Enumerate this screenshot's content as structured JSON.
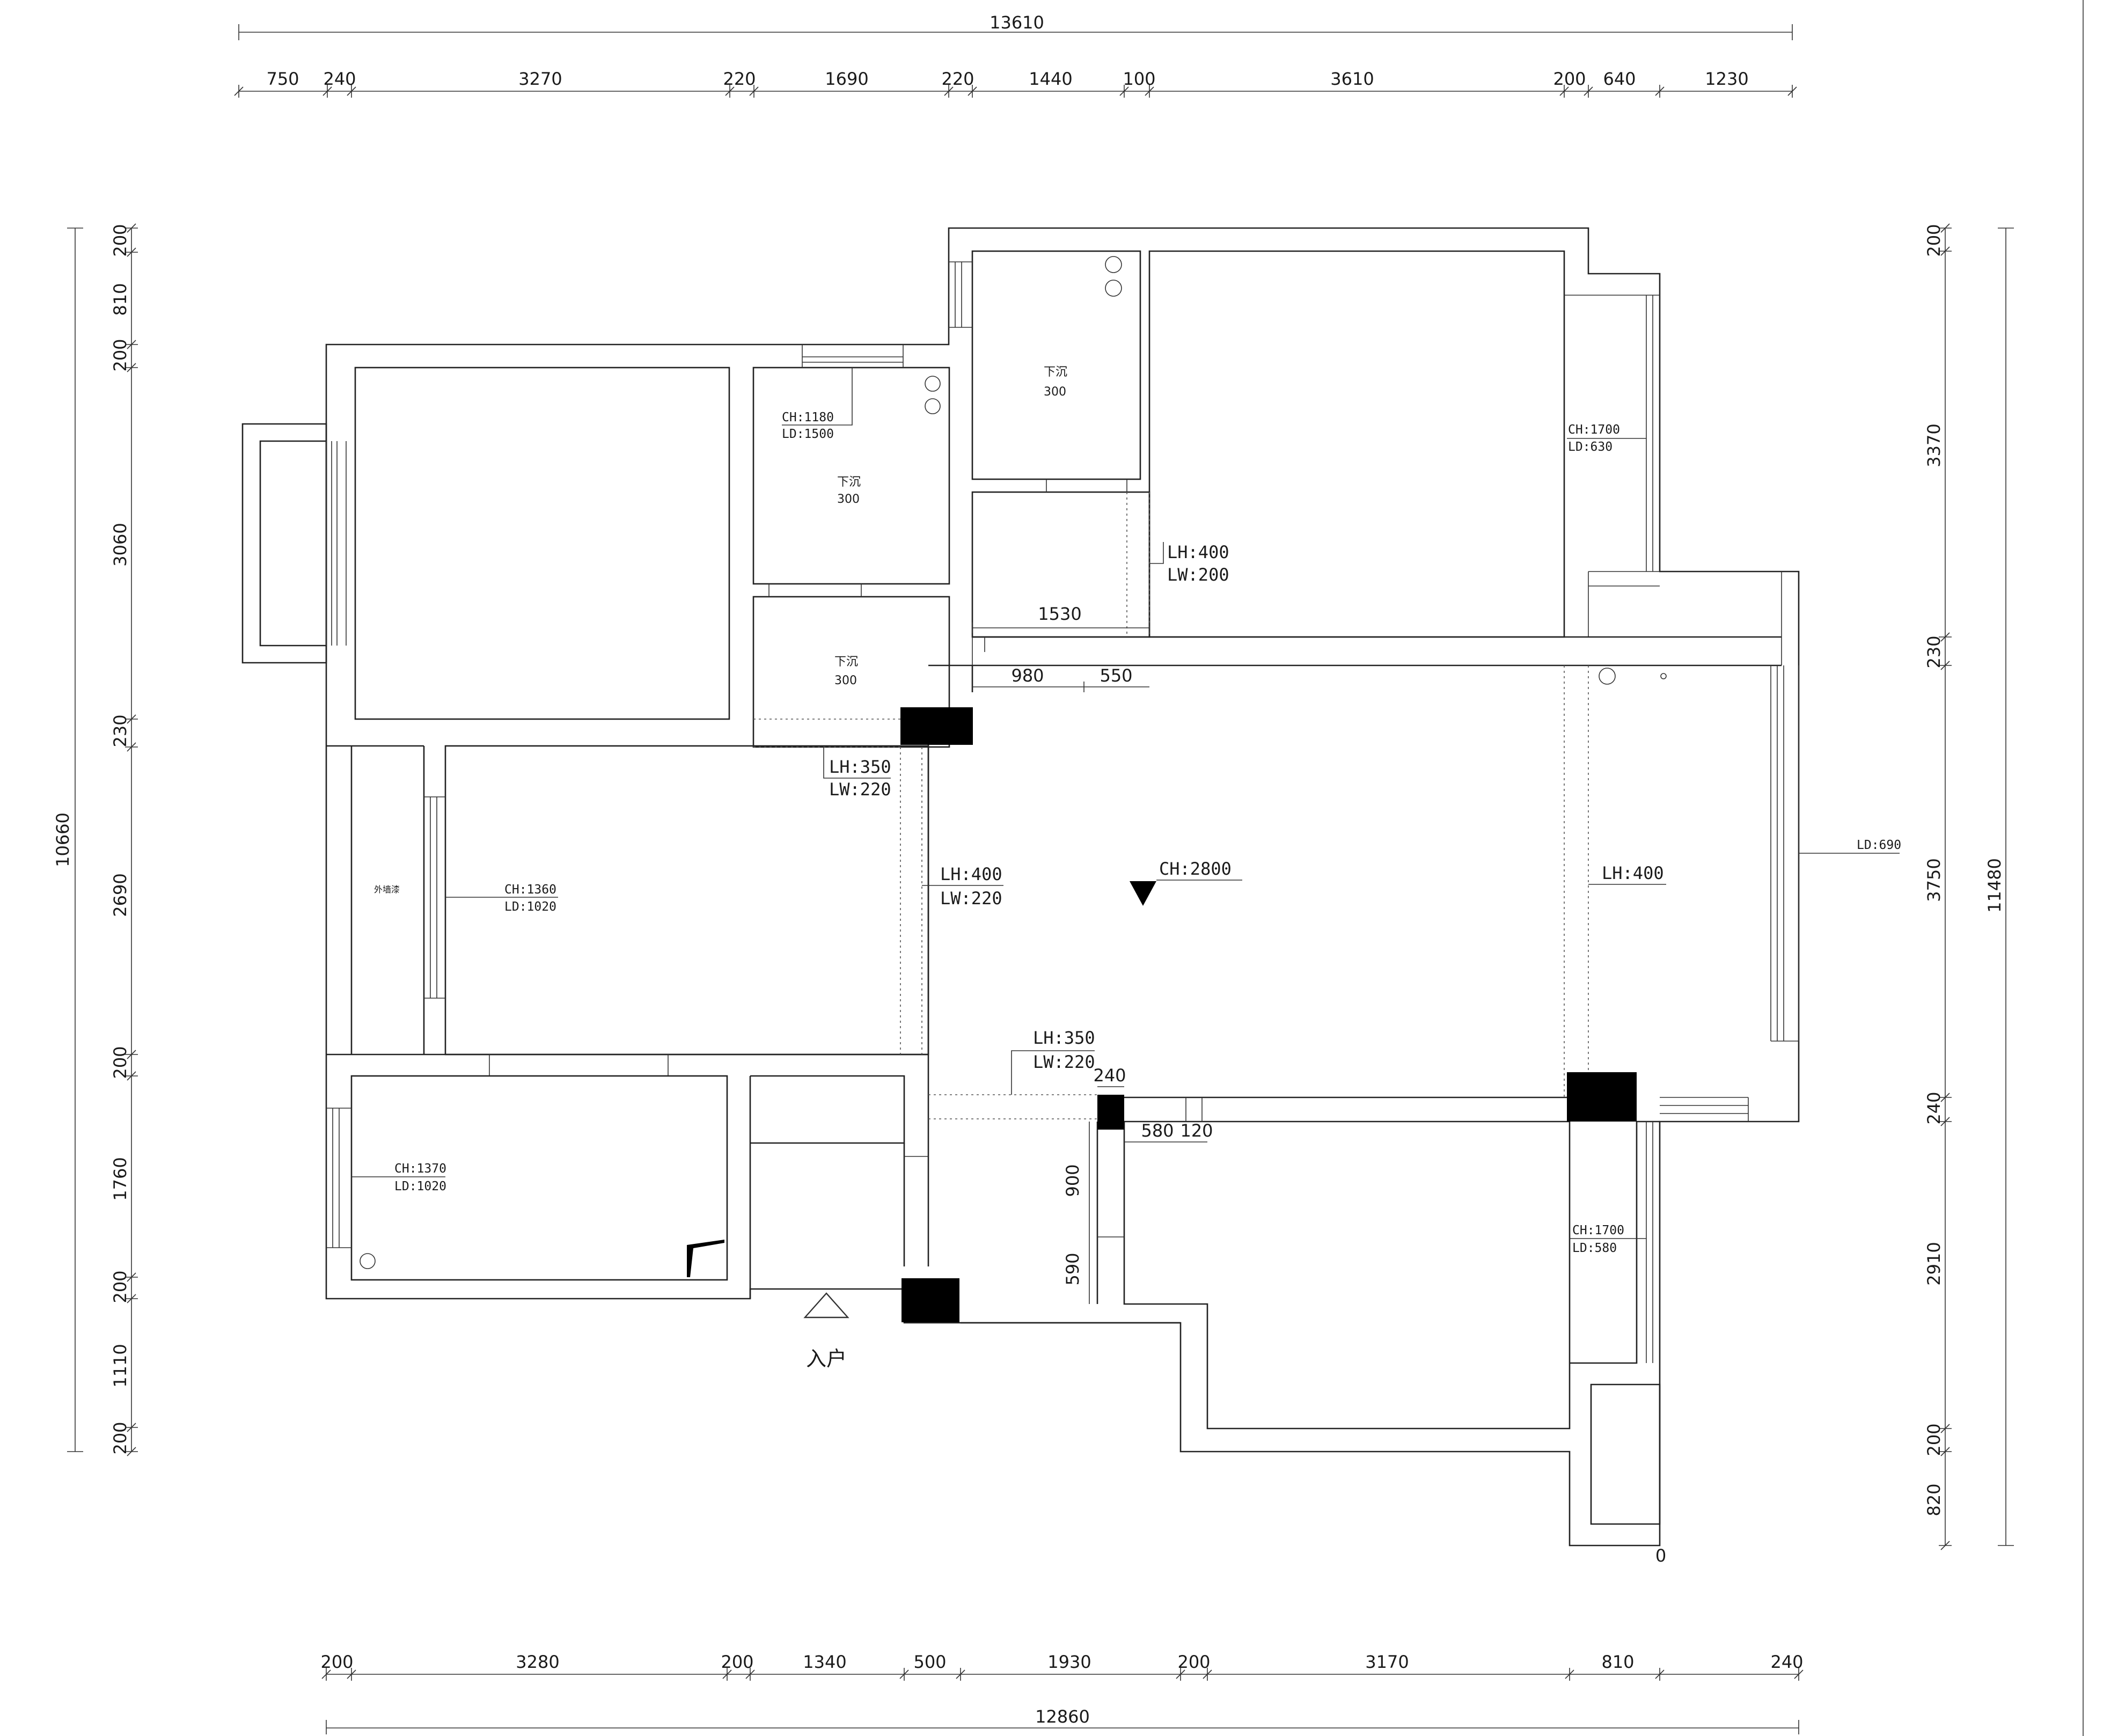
{
  "dimensions": {
    "top_total": "13610",
    "top_segments": [
      "750",
      "240",
      "3270",
      "220",
      "1690",
      "220",
      "1440",
      "100",
      "3610",
      "200",
      "640",
      "1230"
    ],
    "bottom_total": "12860",
    "bottom_segments": [
      "200",
      "3280",
      "200",
      "1340",
      "500",
      "1930",
      "200",
      "3170",
      "810",
      "240"
    ],
    "left_total": "10660",
    "left_segments": [
      "200",
      "810",
      "200",
      "3060",
      "230",
      "2690",
      "200",
      "1760",
      "200",
      "1110",
      "200"
    ],
    "right_total": "11480",
    "right_segments": [
      "200",
      "3370",
      "230",
      "3750",
      "240",
      "2910",
      "200",
      "820"
    ],
    "right_zero": "0"
  },
  "interior_dims": {
    "d1530": "1530",
    "d980": "980",
    "d550": "550",
    "d240": "240",
    "d580": "580",
    "d120": "120",
    "d900": "900",
    "d590": "590"
  },
  "annotations": {
    "ceiling_main": "CH:2800",
    "bath1_ch": "CH:1180",
    "bath1_ld": "LD:1500",
    "sink": "下沉",
    "sink_value": "300",
    "br_ne_ch": "CH:1700",
    "br_ne_ld": "LD:630",
    "lh400_lw200_a": "LH:400",
    "lh400_lw200_b": "LW:200",
    "lh350_lw220_a": "LH:350",
    "lh350_lw220_b": "LW:220",
    "lh400_lw220_a": "LH:400",
    "lh400_lw220_b": "LW:220",
    "lh400_right": "LH:400",
    "ld690": "LD:690",
    "br_w_ch": "CH:1360",
    "br_w_ld": "LD:1020",
    "ext_wall": "外墙漆",
    "lh350_lw220_2a": "LH:350",
    "lh350_lw220_2b": "LW:220",
    "br_sw_ch": "CH:1370",
    "br_sw_ld": "LD:1020",
    "br_se_ch": "CH:1700",
    "br_se_ld": "LD:580",
    "entrance": "入户"
  }
}
